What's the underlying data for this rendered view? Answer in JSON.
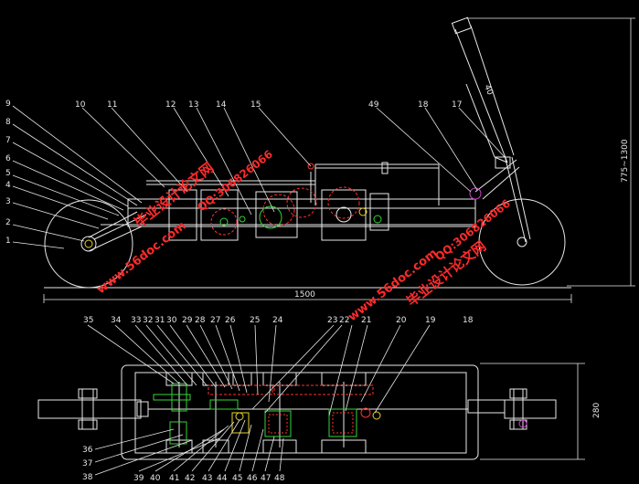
{
  "drawing": {
    "background": "#000000",
    "line_color": "#e8e8e8",
    "red": "#ff3030",
    "green": "#36d336",
    "yellow": "#e8d42c",
    "magenta": "#d040d0"
  },
  "side_view": {
    "labels_left": [
      "9",
      "8",
      "7",
      "6",
      "5",
      "4",
      "3",
      "2",
      "1"
    ],
    "labels_top": [
      "10",
      "11",
      "12",
      "13",
      "14",
      "15",
      "49",
      "18",
      "17"
    ],
    "handle_label": "40",
    "length_dim": "1500",
    "height_dim": "775~1300"
  },
  "plan_view": {
    "labels_top": [
      "35",
      "34",
      "33",
      "32",
      "31",
      "30",
      "29",
      "28",
      "27",
      "26",
      "25",
      "24",
      "23",
      "22",
      "21",
      "20",
      "19",
      "18"
    ],
    "labels_left": [
      "36",
      "37",
      "38"
    ],
    "labels_bottom": [
      "39",
      "40",
      "41",
      "42",
      "43",
      "44",
      "45",
      "46",
      "47",
      "48"
    ],
    "width_dim": "280"
  },
  "watermarks": {
    "site": "www.56doc.com",
    "brand": "毕业设计论文网",
    "qq": "QQ:306826066"
  }
}
